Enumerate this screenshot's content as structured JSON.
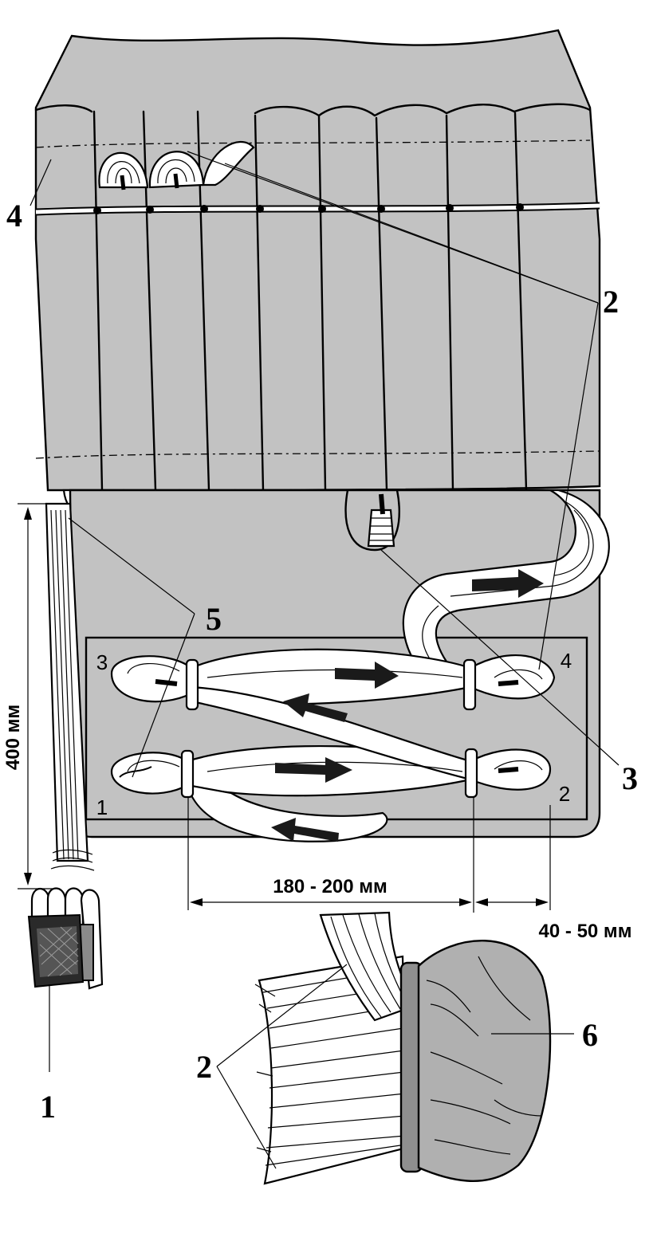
{
  "callouts": {
    "line_bundle": "1",
    "line_stows": "2",
    "line_stows_lower": "2",
    "tie_off": "3",
    "pocket_number": "4",
    "tie_off_thread": "5",
    "canopy": "6"
  },
  "corner_labels": {
    "c1": "1",
    "c2": "2",
    "c3": "3",
    "c4": "4"
  },
  "dimensions": {
    "line_length": "400 мм",
    "stow_length": "180 - 200 мм",
    "stow_offset": "40 - 50 мм"
  },
  "colors": {
    "fabric": "#c2c2c2",
    "lines": "#ffffff",
    "ink": "#000000"
  }
}
